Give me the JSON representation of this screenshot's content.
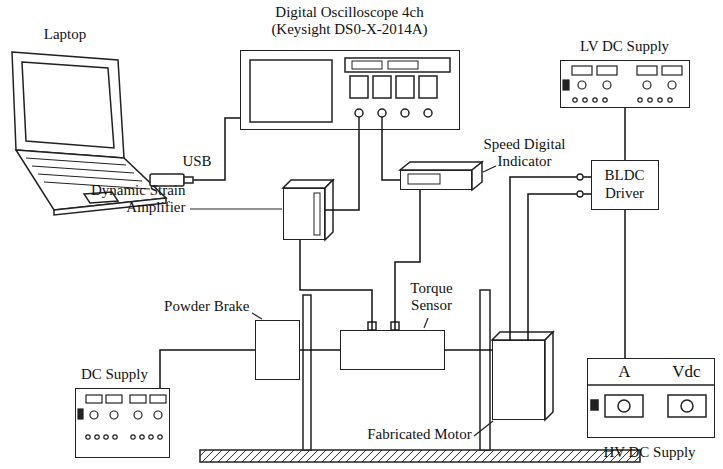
{
  "diagram": {
    "nodes": [
      {
        "text": [
          "Laptop"
        ]
      },
      {
        "text": [
          "Digital Oscilloscope 4ch (Keysight DS0-X-2014A)"
        ]
      },
      {
        "text": [
          "Dynamic Strain Amplifier"
        ]
      },
      {
        "text": [
          "Speed Digital Indicator"
        ]
      },
      {
        "text": [
          "LV DC Supply"
        ]
      },
      {
        "text": [
          "BLDC Driver"
        ]
      },
      {
        "text": [
          "Torque Sensor"
        ]
      },
      {
        "text": [
          "Powder Brake"
        ]
      },
      {
        "text": [
          "DC Supply"
        ]
      },
      {
        "text": [
          "Fabricated Motor"
        ]
      },
      {
        "text": [
          "A",
          "Vdc",
          "HV DC Supply"
        ]
      }
    ],
    "edges": [
      {
        "from": 0,
        "to": 1,
        "arrow": "none",
        "label": "USB"
      },
      {
        "from": 1,
        "to": 2,
        "arrow": "none"
      },
      {
        "from": 1,
        "to": 3,
        "arrow": "none"
      },
      {
        "from": 2,
        "to": 6,
        "arrow": "none"
      },
      {
        "from": 3,
        "to": 6,
        "arrow": "none"
      },
      {
        "from": 4,
        "to": 5,
        "arrow": "none"
      },
      {
        "from": 5,
        "to": 9,
        "arrow": "none"
      },
      {
        "from": 5,
        "to": 9,
        "arrow": "none"
      },
      {
        "from": 5,
        "to": 10,
        "arrow": "none"
      },
      {
        "from": 8,
        "to": 7,
        "arrow": "none"
      },
      {
        "from": 7,
        "to": 6,
        "arrow": "none"
      },
      {
        "from": 6,
        "to": 9,
        "arrow": "none"
      }
    ]
  }
}
